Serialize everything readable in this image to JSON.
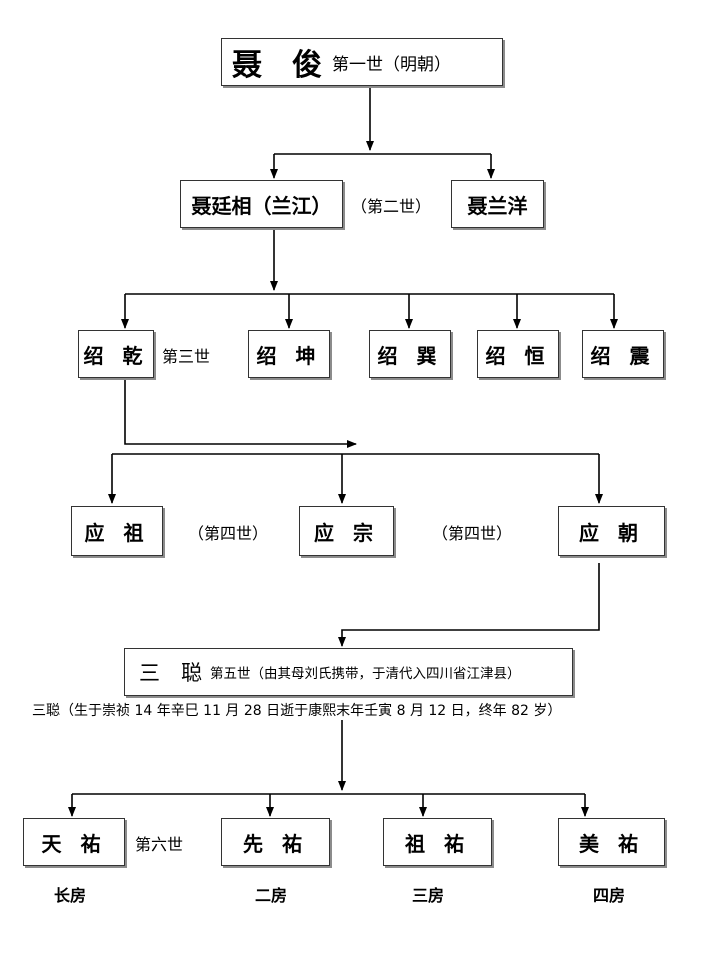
{
  "gen1": {
    "name": "聂　俊",
    "label": "第一世（明朝）"
  },
  "gen2": {
    "first": "聂廷相（兰江）",
    "label": "（第二世）",
    "second": "聂兰洋"
  },
  "gen3": {
    "label": "第三世",
    "members": [
      "绍 乾",
      "绍 坤",
      "绍 巽",
      "绍 恒",
      "绍 震"
    ]
  },
  "gen4": {
    "members": [
      "应 祖",
      "应 宗",
      "应 朝"
    ],
    "label_left": "（第四世）",
    "label_right": "（第四世）"
  },
  "gen5": {
    "name": "三　聪",
    "label": "第五世（由其母刘氏携带，于清代入四川省江津县）",
    "note": "三聪（生于崇祯 14 年辛巳 11 月 28 日逝于康熙末年壬寅 8 月 12 日，终年 82 岁）"
  },
  "gen6": {
    "label": "第六世",
    "members": [
      "天 祐",
      "先 祐",
      "祖 祐",
      "美 祐"
    ],
    "houses": [
      "长房",
      "二房",
      "三房",
      "四房"
    ]
  }
}
